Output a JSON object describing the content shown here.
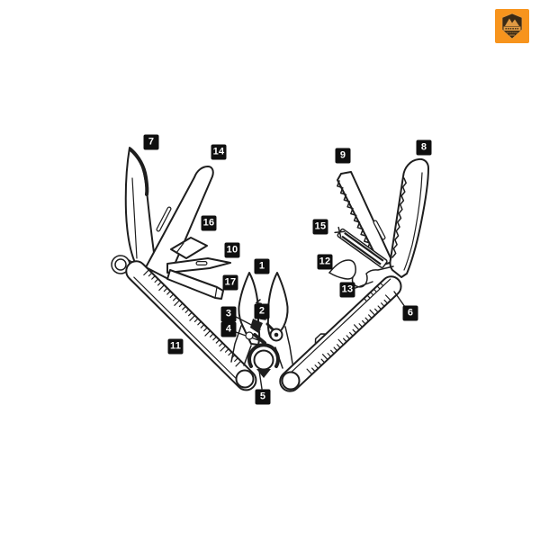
{
  "canvas": {
    "background_color": "#ffffff"
  },
  "brand_badge": {
    "icon": "mountaineering-emblem-icon",
    "background_color": "#f7941d",
    "emblem_dark_color": "#3a2a15",
    "emblem_accent_color": "#e09a43"
  },
  "illustration": {
    "icon": "multitool-line-drawing",
    "line_color": "#1e1e1e"
  },
  "callouts": {
    "label_background_color": "#0f0f0f",
    "label_text_color": "#ffffff",
    "numbers": [
      "1",
      "2",
      "3",
      "4",
      "5",
      "6",
      "7",
      "8",
      "9",
      "10",
      "11",
      "12",
      "13",
      "14",
      "15",
      "16",
      "17"
    ]
  }
}
